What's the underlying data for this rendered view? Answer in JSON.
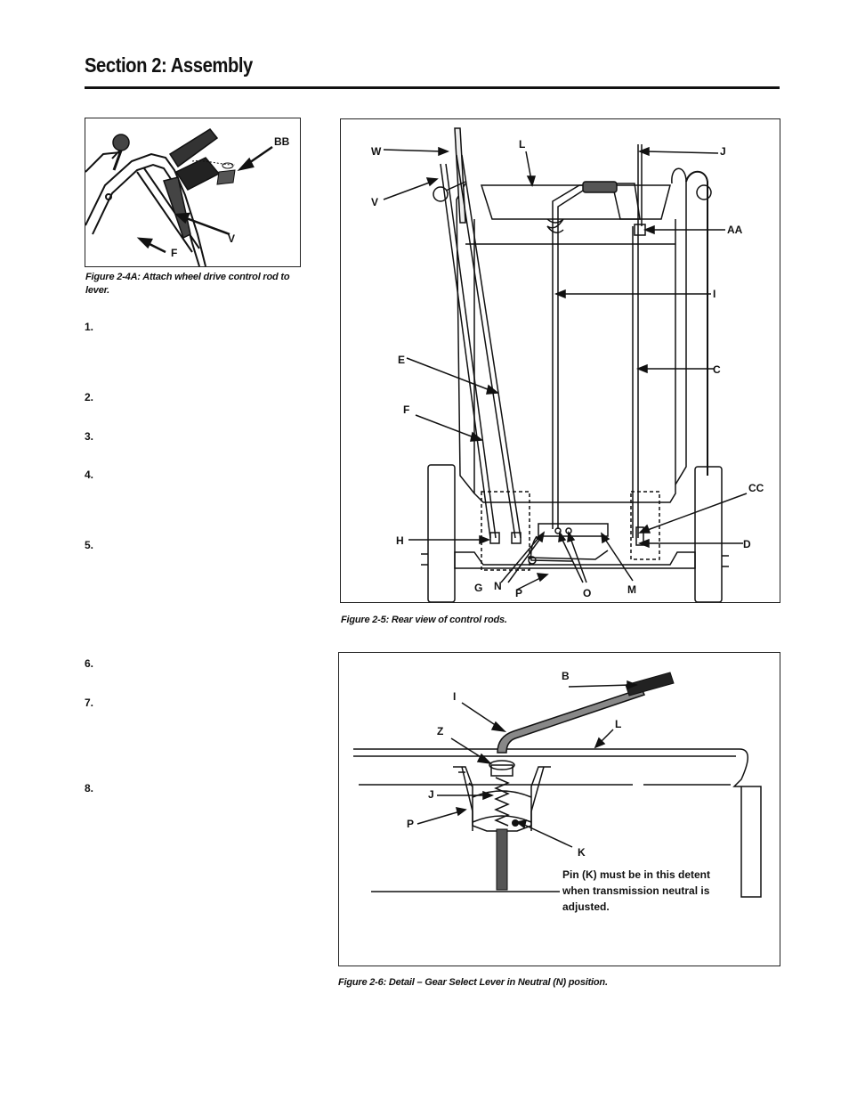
{
  "header": {
    "section_title": "Section 2: Assembly"
  },
  "figure_4a": {
    "caption": "Figure 2-4A: Attach wheel drive control rod to lever.",
    "labels": {
      "bb": "BB",
      "v": "V",
      "f": "F"
    }
  },
  "steps": [
    "1.",
    "2.",
    "3.",
    "4.",
    "5.",
    "6.",
    "7.",
    "8."
  ],
  "figure_5": {
    "caption": "Figure 2-5:  Rear view of control rods.",
    "labels": {
      "w": "W",
      "l": "L",
      "j": "J",
      "v": "V",
      "aa": "AA",
      "i": "I",
      "e": "E",
      "c": "C",
      "f": "F",
      "cc": "CC",
      "h": "H",
      "d": "D",
      "g": "G",
      "n": "N",
      "p": "P",
      "o": "O",
      "m": "M"
    }
  },
  "figure_6": {
    "caption": "Figure 2-6:  Detail – Gear Select Lever in Neutral (N) position.",
    "labels": {
      "b": "B",
      "i": "I",
      "l": "L",
      "z": "Z",
      "j": "J",
      "p": "P",
      "k": "K"
    },
    "note_lines": [
      "Pin (K) must be in this detent",
      "when transmission neutral is",
      "adjusted."
    ]
  }
}
